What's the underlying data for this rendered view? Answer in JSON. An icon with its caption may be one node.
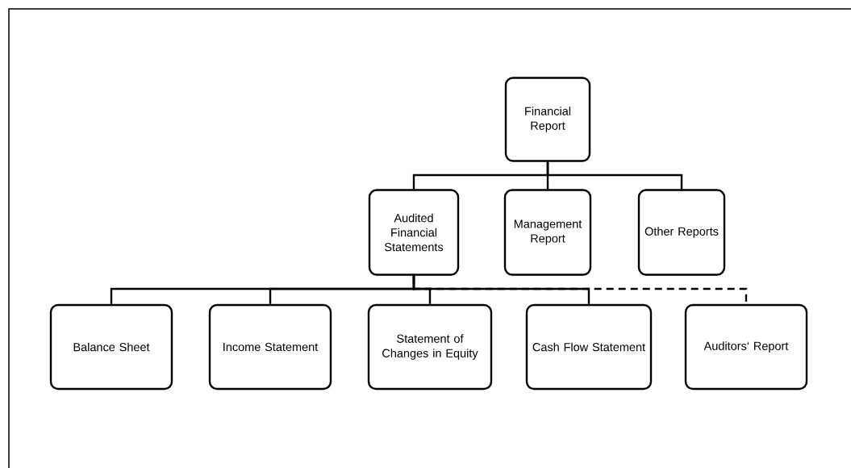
{
  "diagram": {
    "nodes": [
      {
        "text": [
          "Financial Report"
        ]
      },
      {
        "text": [
          "Audited Financial Statements"
        ]
      },
      {
        "text": [
          "Management Report"
        ]
      },
      {
        "text": [
          "Other Reports"
        ]
      },
      {
        "text": [
          "Balance Sheet"
        ]
      },
      {
        "text": [
          "Income Statement"
        ]
      },
      {
        "text": [
          "Statement of Changes in Equity"
        ]
      },
      {
        "text": [
          "Cash Flow Statement"
        ]
      },
      {
        "text": [
          "Auditors‘ Report"
        ]
      }
    ],
    "edges": [
      {
        "from": 0,
        "to": 1,
        "arrow": "none"
      },
      {
        "from": 0,
        "to": 2,
        "arrow": "none"
      },
      {
        "from": 0,
        "to": 3,
        "arrow": "none"
      },
      {
        "from": 1,
        "to": 4,
        "arrow": "none"
      },
      {
        "from": 1,
        "to": 5,
        "arrow": "none"
      },
      {
        "from": 1,
        "to": 6,
        "arrow": "none"
      },
      {
        "from": 1,
        "to": 7,
        "arrow": "none"
      },
      {
        "from": 1,
        "to": 8,
        "arrow": "none",
        "style": "dashed"
      }
    ]
  }
}
